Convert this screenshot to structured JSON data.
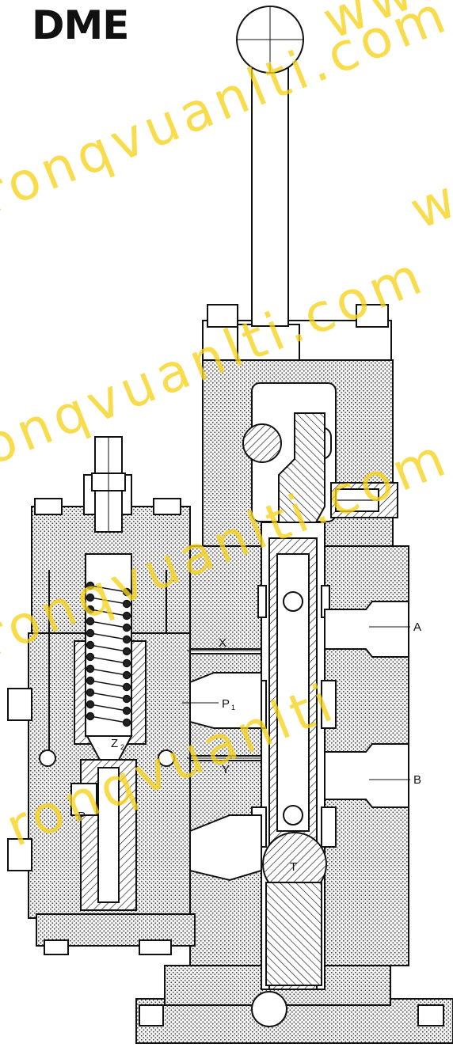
{
  "title": "DME",
  "ports": {
    "A": "A",
    "B": "B",
    "X": "X",
    "Y": "Y",
    "P1": "P",
    "P1_sub": "1",
    "P": "P",
    "T": "T",
    "Z2": "Z",
    "Z2_sub": "2"
  },
  "watermark": {
    "lines": [
      "www.",
      "ronqvuanlti.com",
      "ronqvuanlti.com",
      "ronqvuanlti.com",
      "www.",
      "ronqvuanlti"
    ]
  },
  "colors": {
    "ink": "#111111",
    "body_fill": "#e9e9e9",
    "watermark": "#f6d21a"
  }
}
